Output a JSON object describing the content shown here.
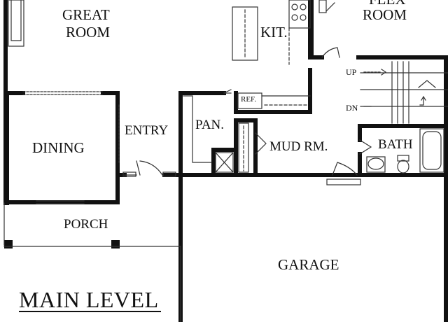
{
  "colors": {
    "wall": "#111111",
    "background": "#ffffff",
    "thin_line": "#444444"
  },
  "rooms": {
    "great_room_line1": "GREAT",
    "great_room_line2": "ROOM",
    "flex_room_line1": "FLEX",
    "flex_room_line2": "ROOM",
    "kitchen": "KIT.",
    "refrigerator": "REF.",
    "pantry": "PAN.",
    "entry": "ENTRY",
    "dining": "DINING",
    "mud_room": "MUD RM.",
    "bath": "BATH",
    "porch": "PORCH",
    "garage": "GARAGE"
  },
  "stairs": {
    "up": "UP",
    "down": "DN"
  },
  "level_title": "MAIN LEVEL"
}
